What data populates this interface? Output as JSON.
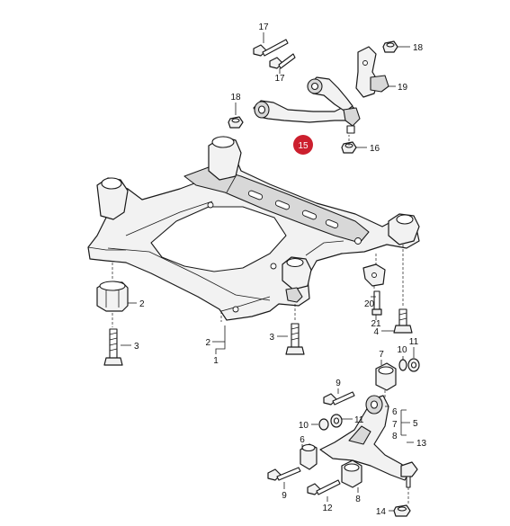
{
  "diagram": {
    "highlight_color": "#cc1f2e",
    "highlighted_part": "15",
    "callouts": {
      "c17a": "17",
      "c17b": "17",
      "c18a": "18",
      "c18b": "18",
      "c19": "19",
      "c15": "15",
      "c16": "16",
      "c2a": "2",
      "c2b": "2",
      "c1": "1",
      "c3a": "3",
      "c3b": "3",
      "c20": "20",
      "c21": "21",
      "c4": "4",
      "c10a": "10",
      "c11a": "11",
      "c7a": "7",
      "c9a": "9",
      "c6a": "6",
      "c7b": "7",
      "c8a": "8",
      "c5": "5",
      "c10b": "10",
      "c11b": "11",
      "c6b": "6",
      "c13": "13",
      "c9b": "9",
      "c12": "12",
      "c8b": "8",
      "c14": "14"
    }
  }
}
